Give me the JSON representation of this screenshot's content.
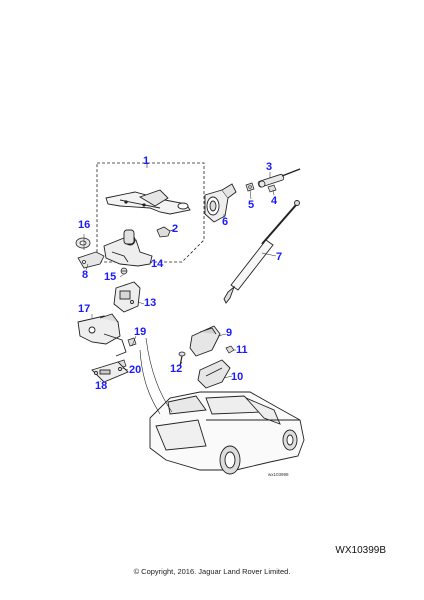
{
  "diagram": {
    "callouts": [
      "1",
      "2",
      "3",
      "4",
      "5",
      "6",
      "7",
      "8",
      "9",
      "10",
      "11",
      "12",
      "13",
      "14",
      "15",
      "16",
      "17",
      "18",
      "19",
      "20"
    ],
    "figure_ref": "WX10399B",
    "inner_ref": "wx103998",
    "copyright": "© Copyright, 2016. Jaguar Land Rover Limited."
  },
  "colors": {
    "callout": "#1a1aff",
    "line": "#222222"
  }
}
